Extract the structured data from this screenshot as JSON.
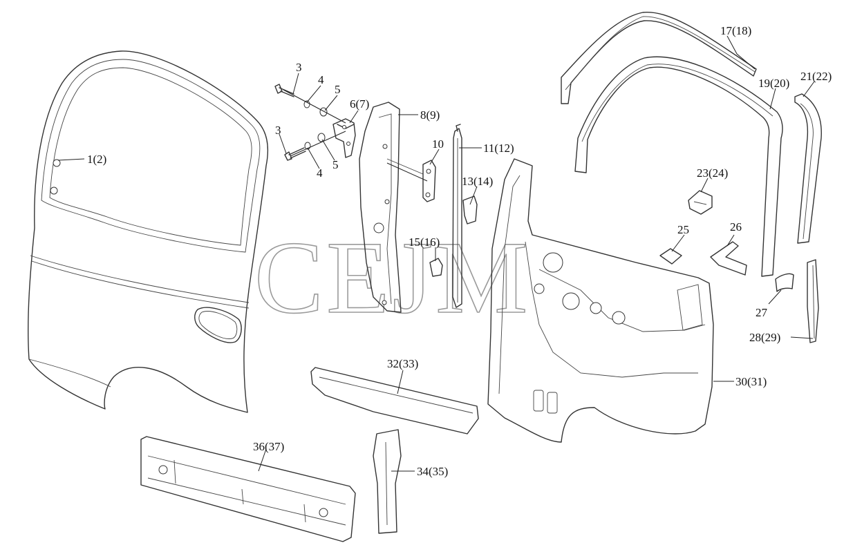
{
  "watermark": "CEJM",
  "labels": {
    "p1": "1(2)",
    "p3a": "3",
    "p4a": "4",
    "p5a": "5",
    "p3b": "3",
    "p4b": "4",
    "p5b": "5",
    "p6": "6(7)",
    "p8": "8(9)",
    "p10": "10",
    "p11": "11(12)",
    "p13": "13(14)",
    "p15": "15(16)",
    "p17": "17(18)",
    "p19": "19(20)",
    "p21": "21(22)",
    "p23": "23(24)",
    "p25": "25",
    "p26": "26",
    "p27": "27",
    "p28": "28(29)",
    "p30": "30(31)",
    "p32": "32(33)",
    "p34": "34(35)",
    "p36": "36(37)"
  }
}
